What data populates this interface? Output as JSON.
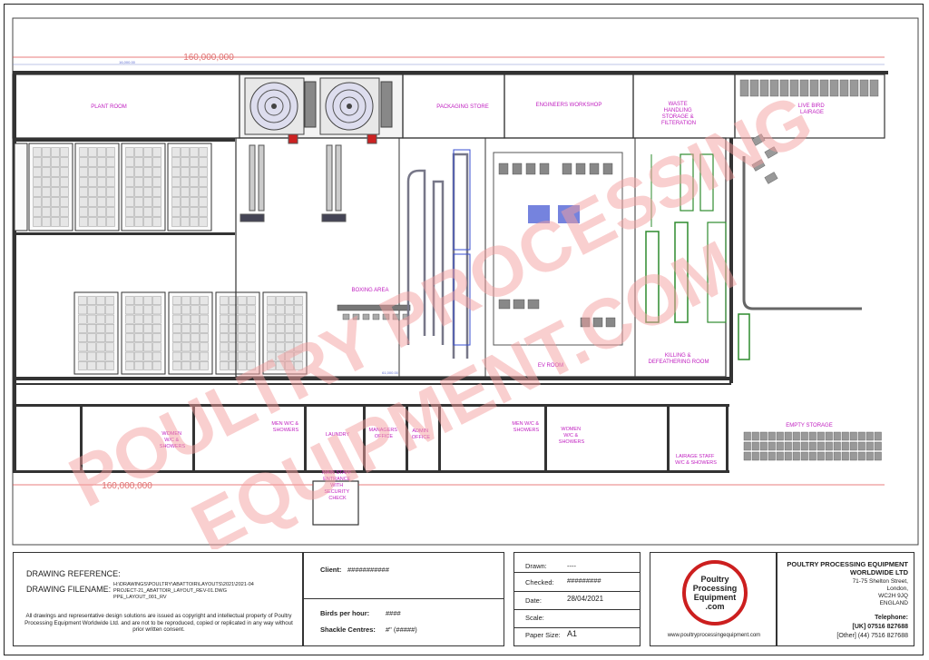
{
  "dimensions": {
    "top_overall": "160,000,000",
    "bottom_overall": "160,000,000",
    "top_sub": "16,000.00",
    "mid": "61,000.00"
  },
  "rooms": {
    "plant_room": "PLANT ROOM",
    "packaging_store": "PACKAGING STORE",
    "engineers_workshop": "ENGINEERS WORKSHOP",
    "waste_handling": [
      "WASTE",
      "HANDLING",
      "STORAGE &",
      "FILTERATION"
    ],
    "live_bird_lairage": [
      "LIVE BIRD",
      "LAIRAGE"
    ],
    "boxing_area": "BOXING AREA",
    "ev_room": "EV ROOM",
    "killing_defeathering": [
      "KILLING &",
      "DEFEATHERING ROOM"
    ],
    "empty_storage": "EMPTY STORAGE",
    "women_wc_1": [
      "WOMEN",
      "W/C &",
      "SHOWERS"
    ],
    "men_wc_1": [
      "MEN W/C &",
      "SHOWERS"
    ],
    "laundry": "LAUNDRY",
    "managers_office": [
      "MANAGERS",
      "OFFICE"
    ],
    "admin_office": [
      "ADMIN",
      "OFFICE"
    ],
    "men_wc_2": [
      "MEN W/C &",
      "SHOWERS"
    ],
    "women_wc_2": [
      "WOMEN",
      "W/C &",
      "SHOWERS"
    ],
    "lairage_staff": [
      "LAIRAGE STAFF",
      "W/C & SHOWERS"
    ],
    "main_staff_entrance": [
      "MAIN STAFF",
      "ENTRANCE",
      "WITH",
      "SECURITY",
      "CHECK"
    ]
  },
  "watermark": {
    "line1": "POULTRY PROCESSING",
    "line2": "EQUIPMENT.COM"
  },
  "title_block": {
    "drawing_reference_label": "DRAWING REFERENCE:",
    "drawing_filename_label": "DRAWING FILENAME:",
    "filename_lines": [
      "H:\\DRAWINGS\\POULTRY\\ABATTOIR\\LAYOUTS\\2021\\2021-04",
      "PROJECT-21_ABATTOIR_LAYOUT_REV-01.DWG",
      "PPE_LAYOUT_001_RV"
    ],
    "copyright": "All drawings and representative design solutions are issued as copyright and intellectual property of Poultry Processing Equipment Worldwide Ltd. and are not to be reproduced, copied or replicated in any way without prior written consent.",
    "client_label": "Client:",
    "client_value": "###########",
    "birds_per_hour_label": "Birds per hour:",
    "birds_per_hour_value": "####",
    "shackle_centres_label": "Shackle Centres:",
    "shackle_centres_value": "#\" (#####)",
    "drawn_label": "Drawn:",
    "drawn_value": "----",
    "checked_label": "Checked:",
    "checked_value": "#########",
    "date_label": "Date:",
    "date_value": "28/04/2021",
    "scale_label": "Scale:",
    "scale_value": "",
    "paper_size_label": "Paper Size:",
    "paper_size_value": "A1",
    "logo_lines": [
      "Poultry",
      "Processing",
      "Equipment",
      ".com"
    ],
    "website": "www.poultryprocessingequipment.com",
    "company_name_1": "POULTRY PROCESSING EQUIPMENT",
    "company_name_2": "WORLDWIDE LTD",
    "address": [
      "71-75 Shelton Street,",
      "London,",
      "WC2H 9JQ",
      "ENGLAND"
    ],
    "telephone_label": "Telephone:",
    "telephone_uk": "[UK] 07516 827688",
    "telephone_other": "[Other] (44) 7516 827688"
  },
  "colors": {
    "watermark": "#f4a0a0",
    "logo_red": "#cc1f1f",
    "line_red": "#e05050",
    "equipment_green": "#2e8b2e",
    "equipment_blue": "#3a4fd0",
    "label_magenta": "#c020c0",
    "wall": "#333333"
  }
}
